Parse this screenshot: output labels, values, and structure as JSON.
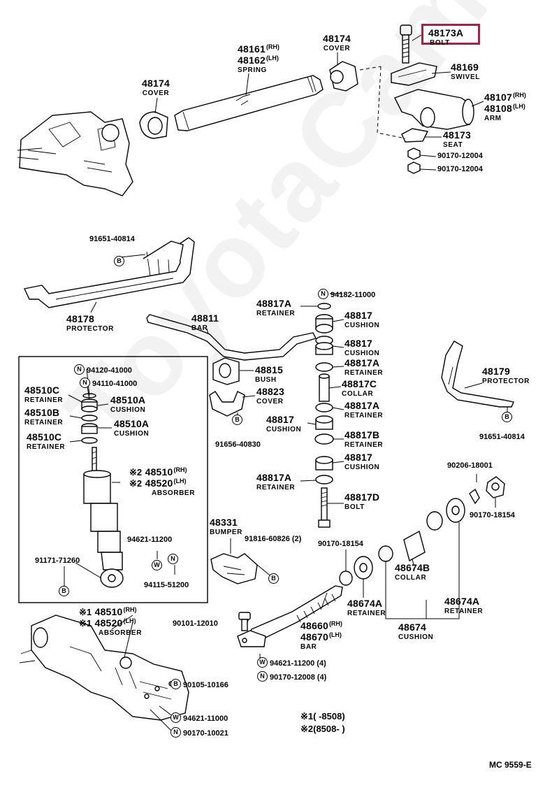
{
  "watermark": "ToyotaCamine.ru",
  "highlight_part": "48173A",
  "labels": {
    "p48173A": {
      "num": "48173A",
      "name": "BOLT"
    },
    "p48174a": {
      "num": "48174",
      "name": "COVER"
    },
    "p48174b": {
      "num": "48174",
      "name": "COVER"
    },
    "p48161": {
      "num1": "48161",
      "sub1": "(RH)",
      "num2": "48162",
      "sub2": "(LH)",
      "name": "SPRING"
    },
    "p48169": {
      "num": "48169",
      "name": "SWIVEL"
    },
    "p48107": {
      "num1": "48107",
      "sub1": "(RH)",
      "num2": "48108",
      "sub2": "(LH)",
      "name": "ARM"
    },
    "p48173": {
      "num": "48173",
      "name": "SEAT"
    },
    "p90170_12004a": {
      "num": "90170-12004"
    },
    "p90170_12004b": {
      "num": "90170-12004"
    },
    "p91651_40814a": {
      "num": "91651-40814",
      "badge": "B"
    },
    "p48178": {
      "num": "48178",
      "name": "PROTECTOR"
    },
    "p94182": {
      "num": "94182-11000",
      "badge": "N"
    },
    "p48817A_1": {
      "num": "48817A",
      "name": "RETAINER"
    },
    "p48811": {
      "num": "48811",
      "name": "BAR"
    },
    "p48817_1": {
      "num": "48817",
      "name": "CUSHION"
    },
    "p48817_2": {
      "num": "48817",
      "name": "CUSHION"
    },
    "p48817A_2": {
      "num": "48817A",
      "name": "RETAINER"
    },
    "p48817C": {
      "num": "48817C",
      "name": "COLLAR"
    },
    "p48817A_3": {
      "num": "48817A",
      "name": "RETAINER"
    },
    "p48817_3": {
      "num": "48817",
      "name": "CUSHION"
    },
    "p48817B": {
      "num": "48817B",
      "name": "RETAINER"
    },
    "p48817_4": {
      "num": "48817",
      "name": "CUSHION"
    },
    "p48817A_4": {
      "num": "48817A",
      "name": "RETAINER"
    },
    "p48817D": {
      "num": "48817D",
      "name": "BOLT"
    },
    "p48815": {
      "num": "48815",
      "name": "BUSH"
    },
    "p48823": {
      "num": "48823",
      "name": "COVER"
    },
    "p91656": {
      "num": "91656-40830",
      "badge": "B"
    },
    "p48179": {
      "num": "48179",
      "name": "PROTECTOR"
    },
    "p91651_40814b": {
      "num": "91651-40814",
      "badge": "B"
    },
    "p94120": {
      "num": "94120-41000",
      "badge": "N"
    },
    "p94110": {
      "num": "94110-41000",
      "badge": "N"
    },
    "p48510C_1": {
      "num": "48510C",
      "name": "RETAINER"
    },
    "p48510A_1": {
      "num": "48510A",
      "name": "CUSHION"
    },
    "p48510B": {
      "num": "48510B",
      "name": "RETAINER"
    },
    "p48510A_2": {
      "num": "48510A",
      "name": "CUSHION"
    },
    "p48510C_2": {
      "num": "48510C",
      "name": "RETAINER"
    },
    "p48510_2": {
      "mark": "※2",
      "num1": "48510",
      "sub1": "(RH)",
      "num2": "48520",
      "sub2": "(LH)",
      "name": "ABSORBER"
    },
    "p94621_11200a": {
      "num": "94621-11200"
    },
    "p91171": {
      "num": "91171-71260"
    },
    "p94115": {
      "num": "94115-51200"
    },
    "p48331": {
      "num": "48331",
      "name": "BUMPER"
    },
    "p91816": {
      "num": "91816-60826 (2)"
    },
    "p90170_18154a": {
      "num": "90170-18154"
    },
    "p90206": {
      "num": "90206-18001"
    },
    "p90170_18154b": {
      "num": "90170-18154"
    },
    "p48674B": {
      "num": "48674B",
      "name": "COLLAR"
    },
    "p48674A_1": {
      "num": "48674A",
      "name": "RETAINER"
    },
    "p48674A_2": {
      "num": "48674A",
      "name": "RETAINER"
    },
    "p48674": {
      "num": "48674",
      "name": "CUSHION"
    },
    "p48510_1": {
      "mark": "※1",
      "num1": "48510",
      "sub1": "(RH)",
      "num2": "48520",
      "sub2": "(LH)",
      "name": "ABSORBER"
    },
    "p90101": {
      "num": "90101-12010"
    },
    "p48660": {
      "num1": "48660",
      "sub1": "(RH)",
      "num2": "48670",
      "sub2": "(LH)",
      "name": "BAR"
    },
    "p94621_11200b": {
      "num": "94621-11200 (4)",
      "badge": "W"
    },
    "p90170_12008": {
      "num": "90170-12008 (4)",
      "badge": "N"
    },
    "p90105": {
      "num": "90105-10166",
      "badge": "B"
    },
    "p94621_11000": {
      "num": "94621-11000",
      "badge": "W"
    },
    "p90170_10021": {
      "num": "90170-10021",
      "badge": "N"
    }
  },
  "badges_small": {
    "w": "W",
    "n": "N",
    "b": "B"
  },
  "legend": {
    "row1": {
      "mark": "※1",
      "range": "(      -8508)"
    },
    "row2": {
      "mark": "※2",
      "range": "(8508-         )"
    }
  },
  "diagram_code": "MC 9559-E"
}
